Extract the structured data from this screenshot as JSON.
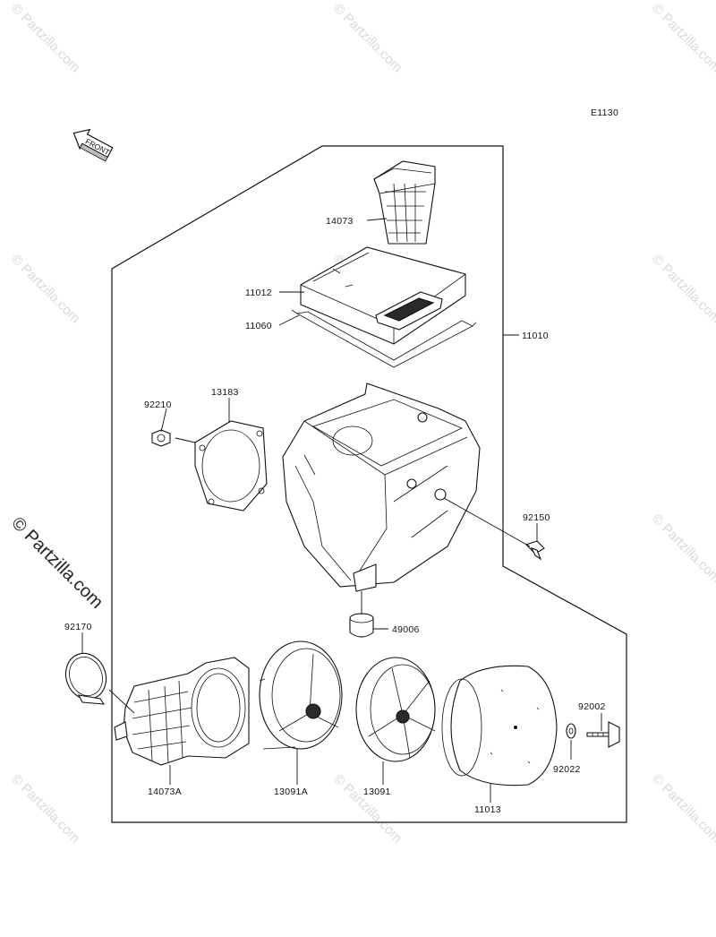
{
  "diagram_code": "E1130",
  "front_arrow_label": "FRONT",
  "watermark_text": "© Partzilla.com",
  "watermark_big_text": "© Partzilla.com",
  "parts": [
    {
      "number": "14073"
    },
    {
      "number": "11012"
    },
    {
      "number": "11060"
    },
    {
      "number": "11010"
    },
    {
      "number": "92210"
    },
    {
      "number": "13183"
    },
    {
      "number": "92150"
    },
    {
      "number": "49006"
    },
    {
      "number": "92170"
    },
    {
      "number": "14073A"
    },
    {
      "number": "13091A"
    },
    {
      "number": "13091"
    },
    {
      "number": "11013"
    },
    {
      "number": "92002"
    },
    {
      "number": "92022"
    }
  ],
  "colors": {
    "line": "#111111",
    "watermark": "#d9d9d9"
  }
}
